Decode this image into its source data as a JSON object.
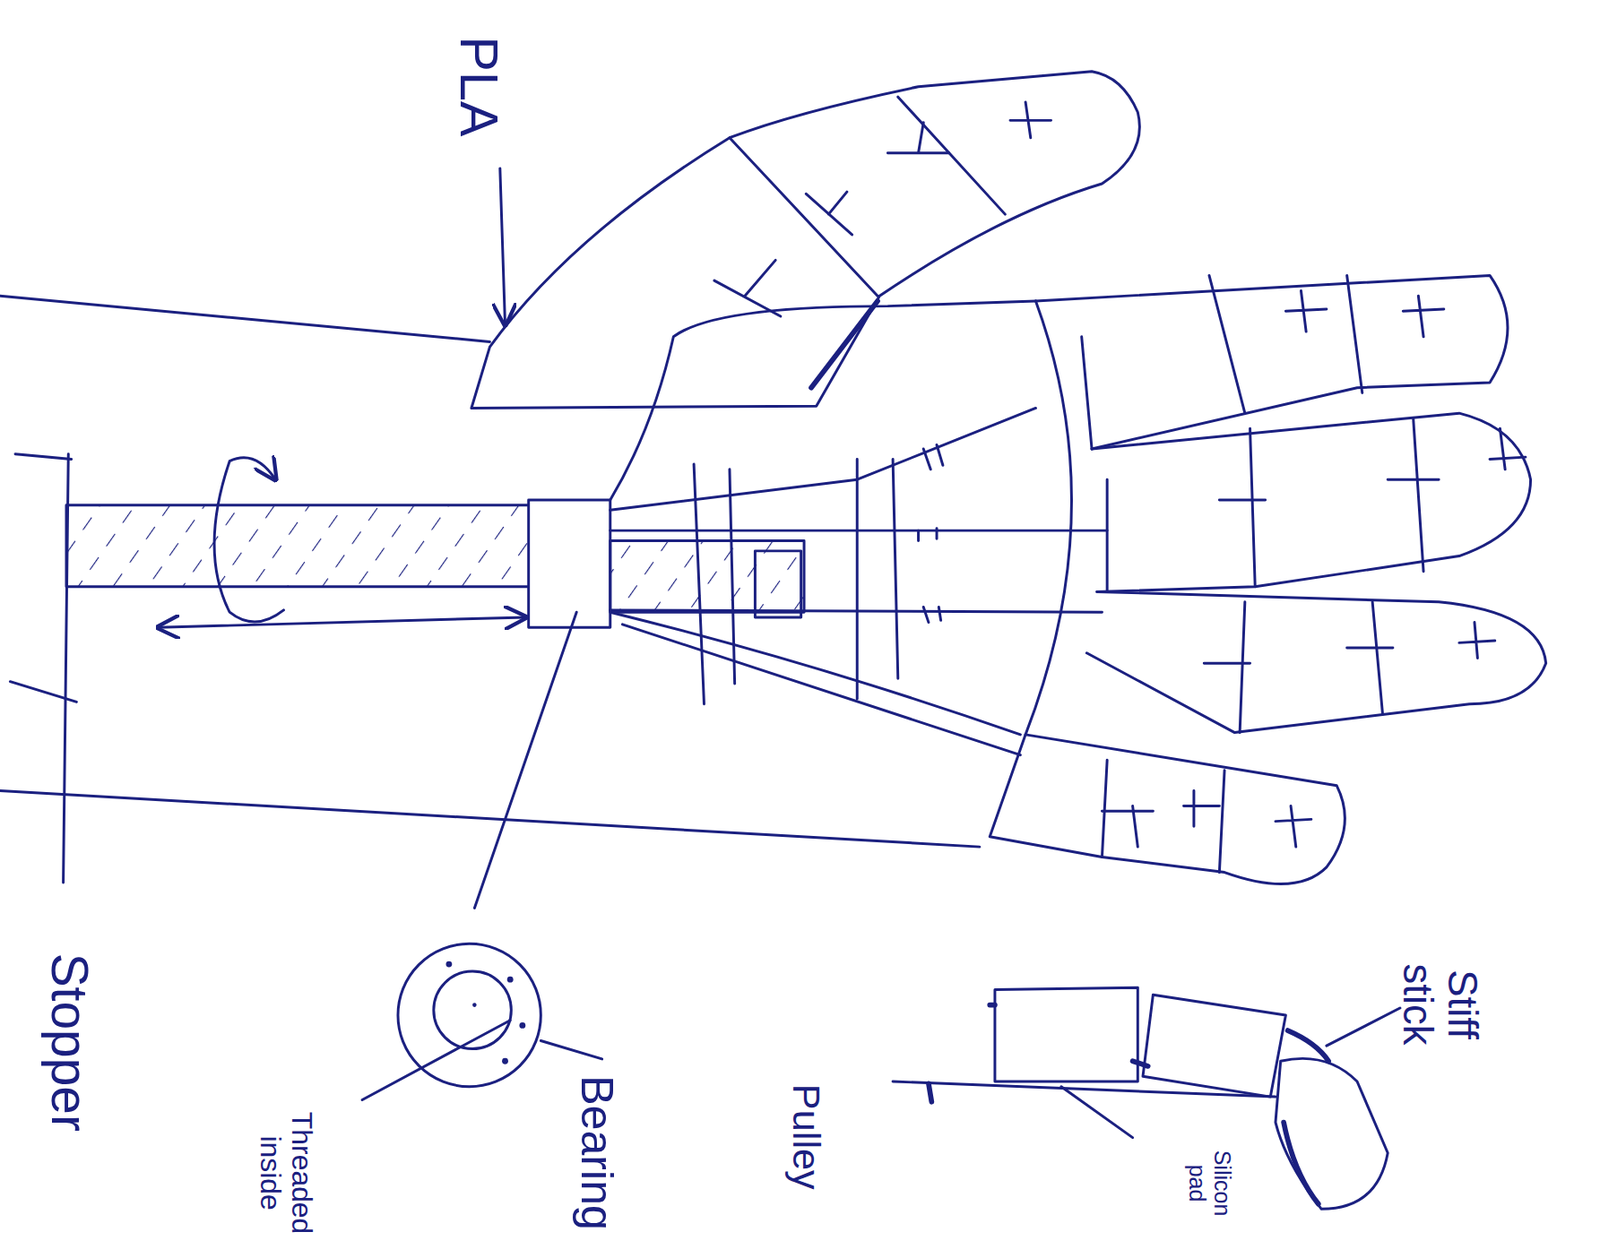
{
  "diagram": {
    "labels": [
      "PLA",
      "Stopper",
      "Bearing",
      "Threaded inside",
      "Pulley",
      "Stiff stick",
      "Silicon pad"
    ]
  }
}
